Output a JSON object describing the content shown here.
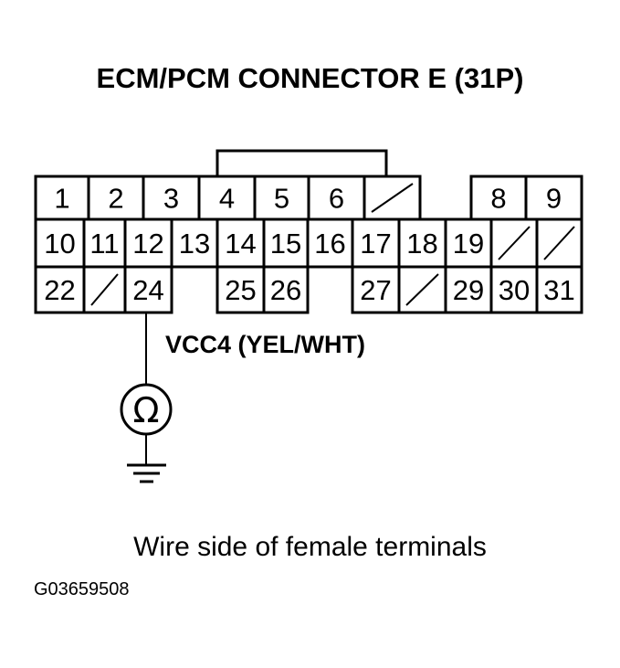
{
  "title": "ECM/PCM CONNECTOR E (31P)",
  "connector": {
    "rows": [
      [
        {
          "label": "1"
        },
        {
          "label": "2"
        },
        {
          "label": "3"
        },
        {
          "label": "4"
        },
        {
          "label": "5"
        },
        {
          "label": "6"
        },
        {
          "label": "",
          "blank": true
        },
        {
          "label": "8"
        },
        {
          "label": "9"
        }
      ],
      [
        {
          "label": "10"
        },
        {
          "label": "11"
        },
        {
          "label": "12"
        },
        {
          "label": "13"
        },
        {
          "label": "14"
        },
        {
          "label": "15"
        },
        {
          "label": "16"
        },
        {
          "label": "17"
        },
        {
          "label": "18"
        },
        {
          "label": "19"
        },
        {
          "label": "",
          "blank": true
        },
        {
          "label": "",
          "blank": true
        }
      ],
      [
        {
          "label": "22"
        },
        {
          "label": "",
          "blank": true
        },
        {
          "label": "24"
        },
        {
          "label": "25"
        },
        {
          "label": "26"
        },
        {
          "label": "27"
        },
        {
          "label": "",
          "blank": true
        },
        {
          "label": "29"
        },
        {
          "label": "30"
        },
        {
          "label": "31"
        }
      ]
    ]
  },
  "probe": {
    "pin": "24",
    "wire_label": "VCC4 (YEL/WHT)",
    "meter_symbol": "Ω",
    "meter_icon": "ohmmeter-icon",
    "ground_icon": "ground-icon"
  },
  "caption": "Wire side of female terminals",
  "figure_id": "G03659508"
}
